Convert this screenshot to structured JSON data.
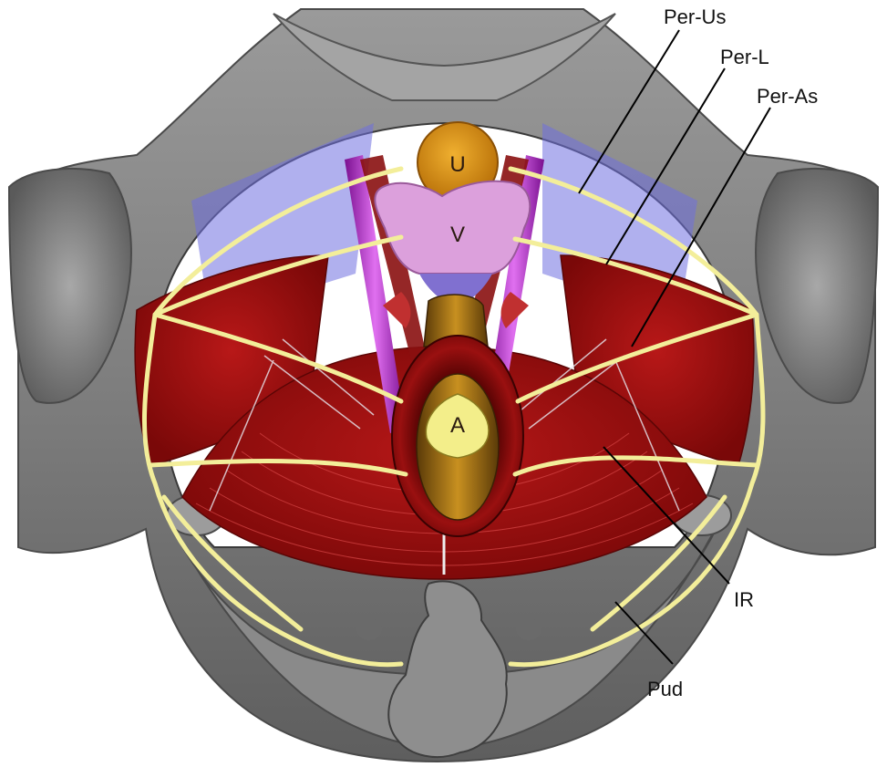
{
  "figure": {
    "organs": {
      "urethra": "U",
      "vagina": "V",
      "anus": "A"
    },
    "labels": {
      "per_us": "Per-Us",
      "per_l": "Per-L",
      "per_as": "Per-As",
      "ir": "IR",
      "pud": "Pud"
    },
    "colors": {
      "bone": "#8c8c8c",
      "muscle": "#a01010",
      "nerve": "#f3ee9a",
      "fascia": "#6f6fe0",
      "urethra": "#e09a18",
      "vagina": "#dca0dc",
      "anus_ring": "#7a0a0a",
      "levator_band": "#b020c8"
    }
  }
}
